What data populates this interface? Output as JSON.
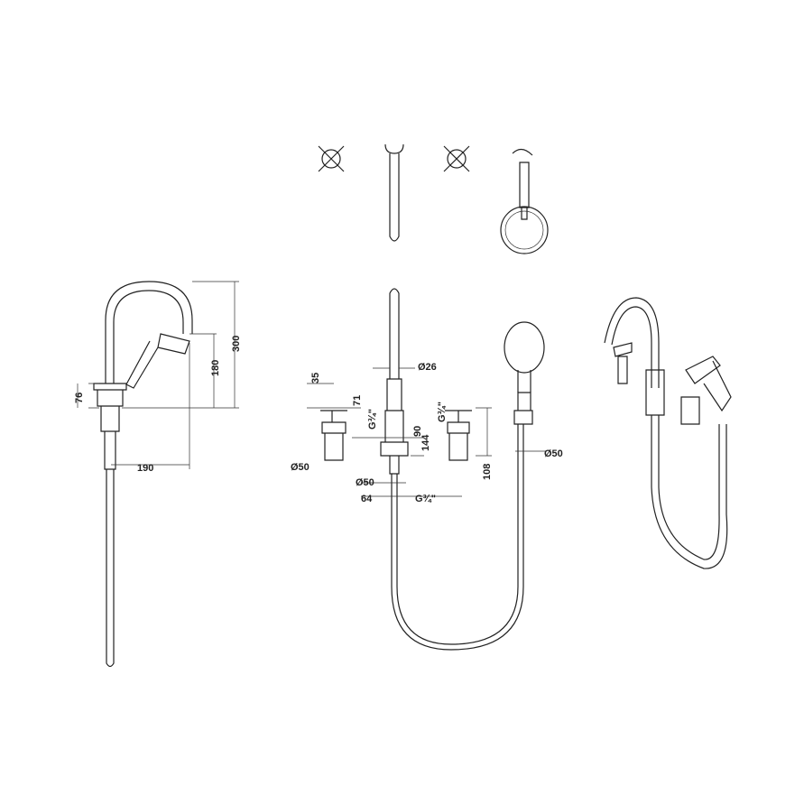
{
  "dimensions": {
    "spout_height": "300",
    "spout_outlet_height": "180",
    "base_height": "76",
    "spout_reach": "190",
    "handle_height": "35",
    "valve_height": "71",
    "valve_thread": "G¾\"",
    "spout_diameter": "Ø26",
    "body_height": "90",
    "body_total_height": "144",
    "valve_thread_right": "G¾\"",
    "valve_diameter": "Ø50",
    "body_diameter": "Ø50",
    "spout_base": "64",
    "spout_thread": "G¾\"",
    "shower_holder_height": "108",
    "shower_holder_diameter": "Ø50"
  }
}
